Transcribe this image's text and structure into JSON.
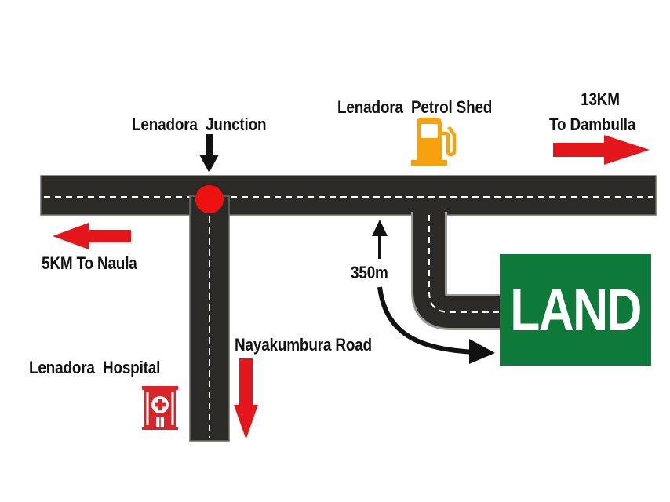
{
  "map": {
    "labels": {
      "junction": "Lenadora  Junction",
      "petrol_shed": "Lenadora  Petrol Shed",
      "dambulla_distance": "13KM",
      "dambulla_direction": "To Dambulla",
      "naula": "5KM To Naula",
      "distance_350": "350m",
      "nayakumbura_road": "Nayakumbura Road",
      "hospital": "Lenadora  Hospital",
      "land": "LAND"
    },
    "icons": {
      "junction_marker": "red-circle",
      "petrol": "fuel-pump-icon",
      "hospital": "hospital-building-icon"
    },
    "colors": {
      "road": "#2b2a26",
      "road_dash": "#ffffff",
      "arrow_red": "#e3161b",
      "arrow_black": "#111111",
      "junction_red": "#ee1111",
      "petrol_orange": "#f7a10f",
      "hospital_red": "#d9242a",
      "land_green": "#0e7a3a",
      "land_text": "#ffffff"
    }
  }
}
